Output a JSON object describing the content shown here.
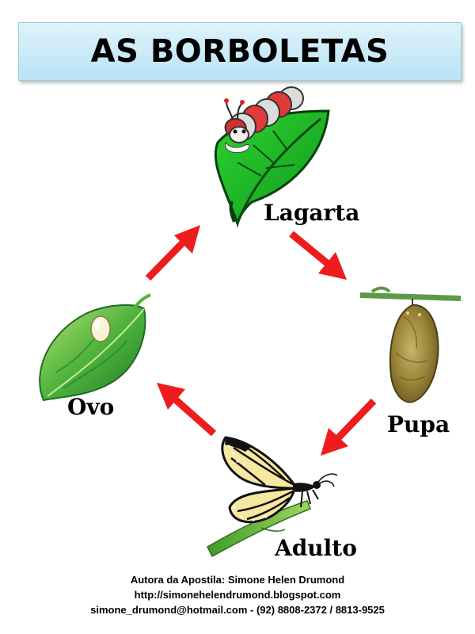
{
  "header": {
    "title": "AS BORBOLETAS"
  },
  "cycle": {
    "stages": [
      {
        "label": "Lagarta",
        "icon": "caterpillar-on-leaf-icon"
      },
      {
        "label": "Pupa",
        "icon": "chrysalis-icon"
      },
      {
        "label": "Adulto",
        "icon": "monarch-butterfly-icon"
      },
      {
        "label": "Ovo",
        "icon": "egg-on-leaf-icon"
      }
    ],
    "arrow_color": "#ee1c1c"
  },
  "footer": {
    "author": "Autora da Apostila: Simone Helen Drumond",
    "url": "http://simonehelendrumond.blogspot.com",
    "contact": "simone_drumond@hotmail.com - (92) 8808-2372 / 8813-9525"
  }
}
